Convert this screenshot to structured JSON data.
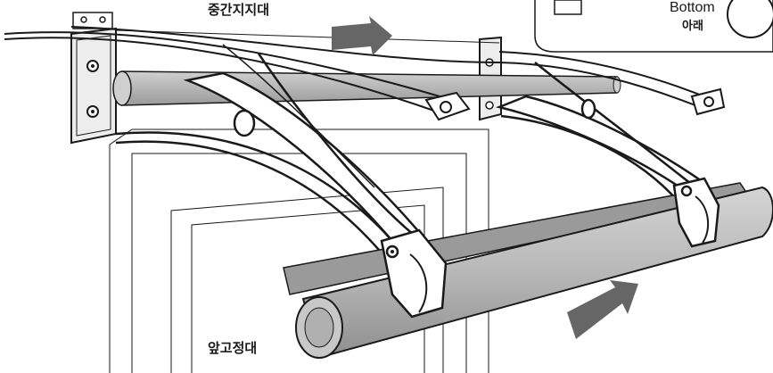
{
  "labels": {
    "middle_support": "중간지지대",
    "front_support": "앞고정대",
    "inset_bottom_en": "Bottom",
    "inset_bottom_ko": "아래"
  },
  "colors": {
    "line": "#1a1a1a",
    "pipe_fill": "#bdbdbd",
    "pipe_shadow": "#8c8c8c",
    "arrow": "#666666",
    "background": "#ffffff"
  },
  "icons": [
    "bolt-icon",
    "direction-arrow-icon"
  ]
}
